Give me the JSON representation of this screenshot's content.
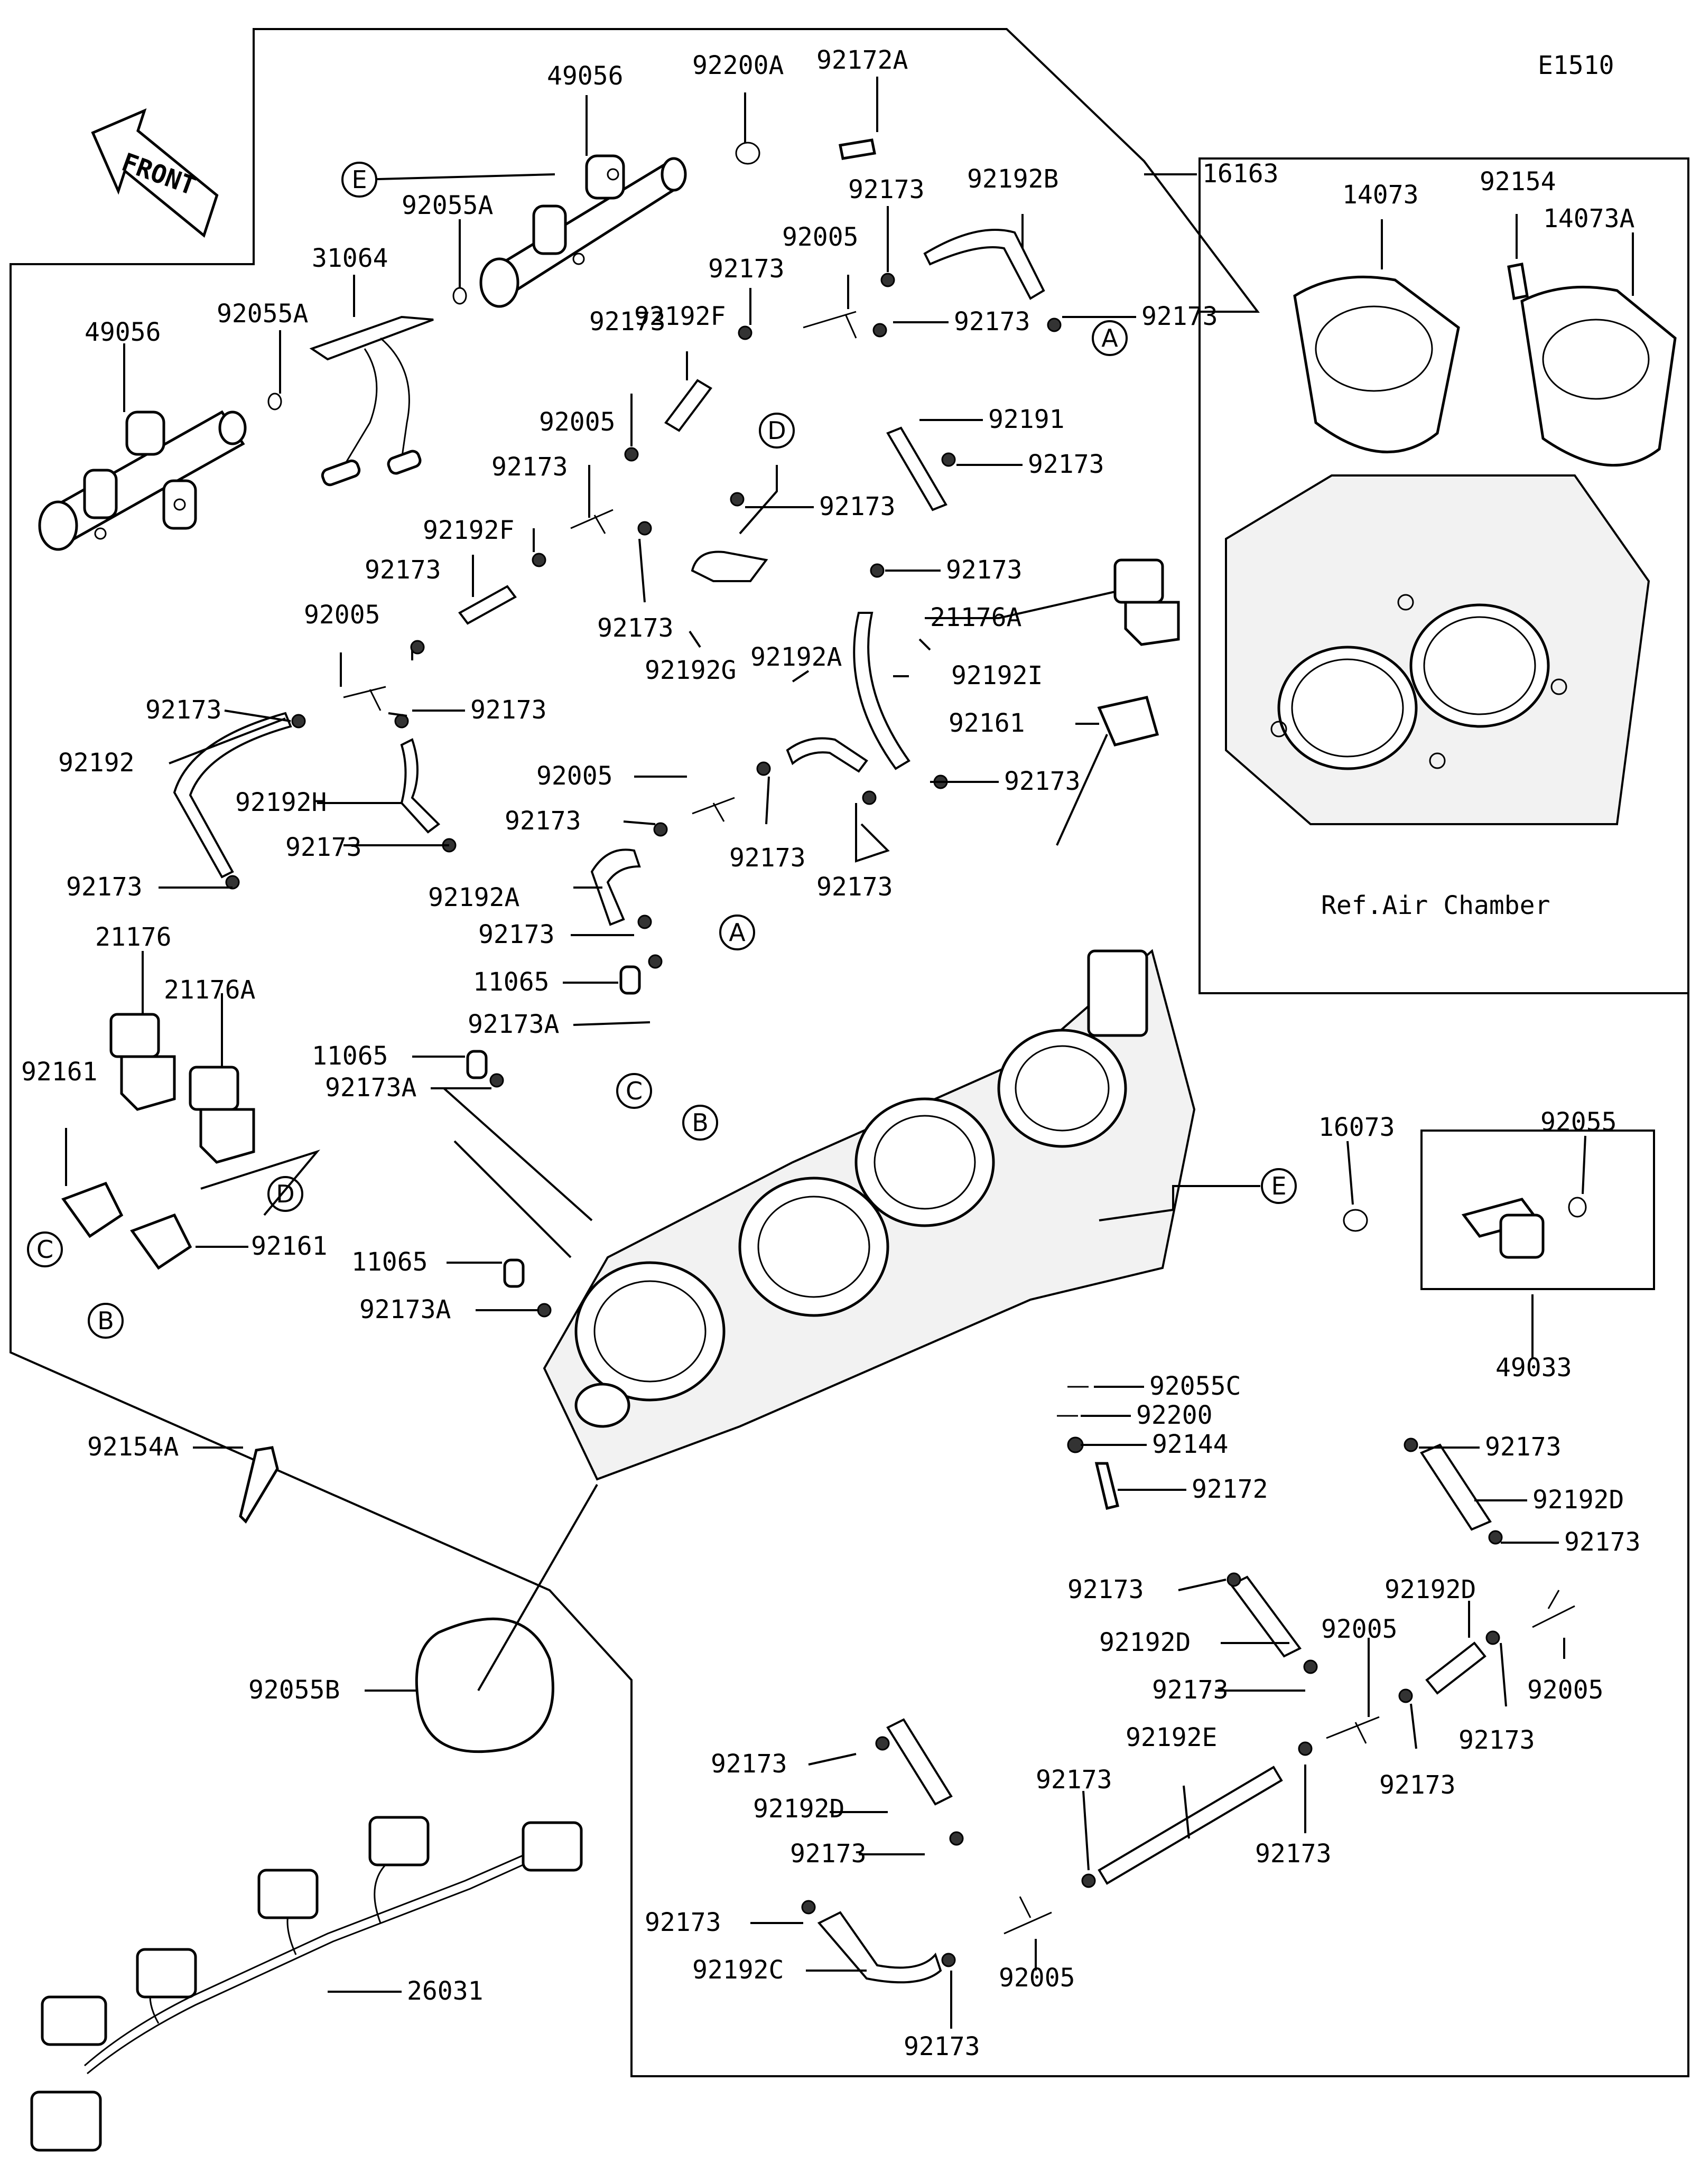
{
  "diagram_code": "E1510",
  "front_label": "FRONT",
  "ref_caption": "Ref.Air Chamber",
  "callouts": {
    "A": "A",
    "B": "B",
    "C": "C",
    "D": "D",
    "E": "E"
  },
  "labels": {
    "l_49056_top": "49056",
    "l_92200A": "92200A",
    "l_92172A": "92172A",
    "l_16163": "16163",
    "l_14073": "14073",
    "l_92154": "92154",
    "l_14073A": "14073A",
    "l_92055A_top": "92055A",
    "l_31064": "31064",
    "l_92055A_left": "92055A",
    "l_49056_left": "49056",
    "l_92173_a": "92173",
    "l_92192B": "92192B",
    "l_92005_a": "92005",
    "l_92173_b": "92173",
    "l_92192F_a": "92192F",
    "l_92173_c": "92173",
    "l_92173_d": "92173",
    "l_92173_e": "92173",
    "l_92191": "92191",
    "l_92173_f": "92173",
    "l_92005_b": "92005",
    "l_92173_g": "92173",
    "l_92173_h": "92173",
    "l_92192F_b": "92192F",
    "l_92173_i": "92173",
    "l_92173_j": "92173",
    "l_21176A_top": "21176A",
    "l_92005_c": "92005",
    "l_92173_k": "92173",
    "l_92192G": "92192G",
    "l_92192A_a": "92192A",
    "l_92192I": "92192I",
    "l_92173_l": "92173",
    "l_92173_m": "92173",
    "l_92161_top": "92161",
    "l_92192": "92192",
    "l_92192H": "92192H",
    "l_92005_d": "92005",
    "l_92173_n": "92173",
    "l_92173_o": "92173",
    "l_92173_p": "92173",
    "l_92173_q": "92173",
    "l_92192A_b": "92192A",
    "l_92173_r": "92173",
    "l_92173_s": "92173",
    "l_21176": "21176",
    "l_11065_a": "11065",
    "l_92173A_a": "92173A",
    "l_21176A_left": "21176A",
    "l_11065_b": "11065",
    "l_92173A_b": "92173A",
    "l_92161_left": "92161",
    "l_16073": "16073",
    "l_92055": "92055",
    "l_92161_mid": "92161",
    "l_11065_c": "11065",
    "l_92173A_c": "92173A",
    "l_49033": "49033",
    "l_92055C": "92055C",
    "l_92200": "92200",
    "l_92144": "92144",
    "l_92154A": "92154A",
    "l_92172": "92172",
    "l_92173_t": "92173",
    "l_92192D_a": "92192D",
    "l_92173_u": "92173",
    "l_92173_v": "92173",
    "l_92192D_b": "92192D",
    "l_92005_e": "92005",
    "l_92192D_c": "92192D",
    "l_92173_w": "92173",
    "l_92005_f": "92005",
    "l_92055B": "92055B",
    "l_92192E": "92192E",
    "l_92173_x": "92173",
    "l_92173_y": "92173",
    "l_92173_z": "92173",
    "l_92173_aa": "92173",
    "l_92192D_d": "92192D",
    "l_92173_ab": "92173",
    "l_92173_ac": "92173",
    "l_92005_g": "92005",
    "l_92192C": "92192C",
    "l_26031": "26031",
    "l_92173_ad": "92173"
  }
}
